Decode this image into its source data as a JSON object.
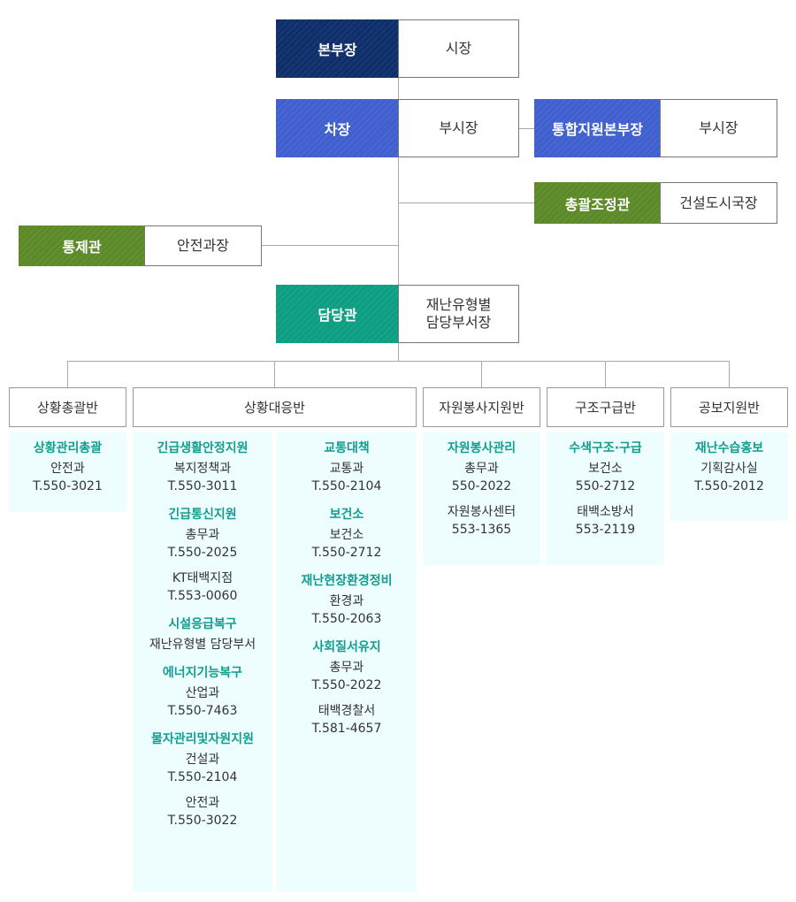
{
  "top": {
    "head": {
      "role": "본부장",
      "person": "시장"
    },
    "deputy": {
      "role": "차장",
      "person": "부시장"
    },
    "integrated": {
      "role": "통합지원본부장",
      "person": "부시장"
    },
    "coordinator": {
      "role": "총괄조정관",
      "person": "건설도시국장"
    },
    "controller": {
      "role": "통제관",
      "person": "안전과장"
    },
    "officer": {
      "role": "담당관",
      "person_line1": "재난유형별",
      "person_line2": "담당부서장"
    }
  },
  "teams": [
    {
      "name": "상황총괄반"
    },
    {
      "name": "상황대응반"
    },
    {
      "name": "자원봉사지원반"
    },
    {
      "name": "구조구급반"
    },
    {
      "name": "공보지원반"
    }
  ],
  "t1": [
    {
      "title": "상황관리총괄",
      "lines": [
        "안전과",
        "T.550-3021"
      ]
    }
  ],
  "t2a": [
    {
      "title": "긴급생활안정지원",
      "lines": [
        "복지정책과",
        "T.550-3011"
      ]
    },
    {
      "title": "긴급통신지원",
      "lines": [
        "총무과",
        "T.550-2025"
      ],
      "extra": [
        "KT태백지점",
        "T.553-0060"
      ]
    },
    {
      "title": "시설응급복구",
      "lines": [
        "재난유형별 담당부서"
      ]
    },
    {
      "title": "에너지기능복구",
      "lines": [
        "산업과",
        "T.550-7463"
      ]
    },
    {
      "title": "물자관리및자원지원",
      "lines": [
        "건설과",
        "T.550-2104"
      ],
      "extra": [
        "안전과",
        "T.550-3022"
      ]
    }
  ],
  "t2b": [
    {
      "title": "교통대책",
      "lines": [
        "교통과",
        "T.550-2104"
      ]
    },
    {
      "title": "보건소",
      "lines": [
        "보건소",
        "T.550-2712"
      ]
    },
    {
      "title": "재난현장환경정비",
      "lines": [
        "환경과",
        "T.550-2063"
      ]
    },
    {
      "title": "사회질서유지",
      "lines": [
        "총무과",
        "T.550-2022"
      ],
      "extra": [
        "태백경찰서",
        "T.581-4657"
      ]
    }
  ],
  "t3": [
    {
      "title": "자원봉사관리",
      "lines": [
        "총무과",
        "550-2022"
      ],
      "extra": [
        "자원봉사센터",
        "553-1365"
      ]
    }
  ],
  "t4": [
    {
      "title": "수색구조·구급",
      "lines": [
        "보건소",
        "550-2712"
      ],
      "extra": [
        "태백소방서",
        "553-2119"
      ]
    }
  ],
  "t5": [
    {
      "title": "재난수습홍보",
      "lines": [
        "기획감사실",
        "T.550-2012"
      ]
    }
  ]
}
